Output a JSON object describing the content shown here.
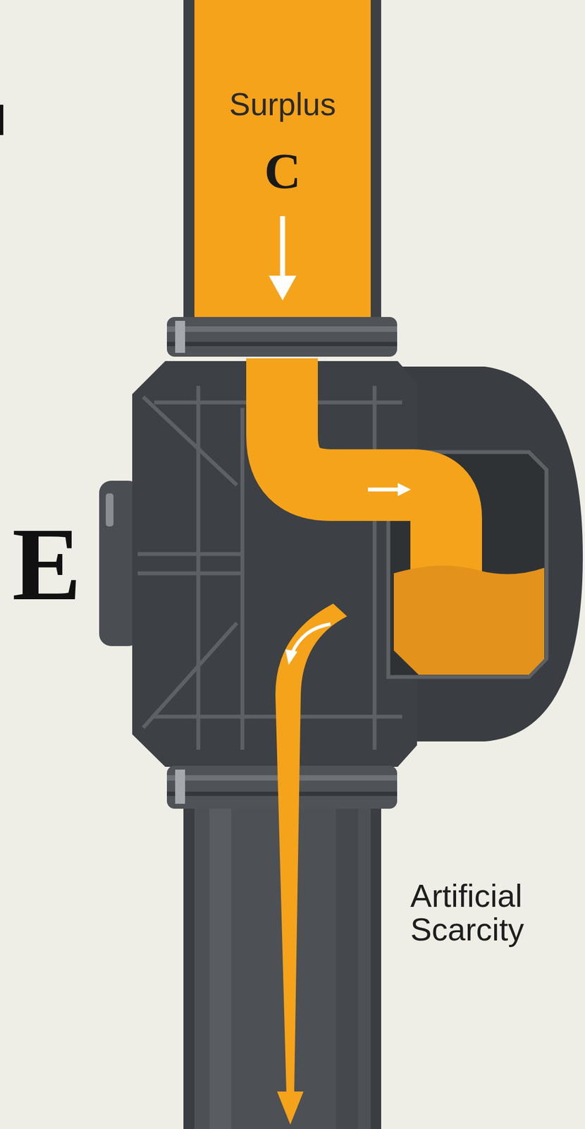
{
  "diagram": {
    "labels": [
      "Surplus",
      "C",
      "E",
      "Artificial Scarcity"
    ]
  }
}
